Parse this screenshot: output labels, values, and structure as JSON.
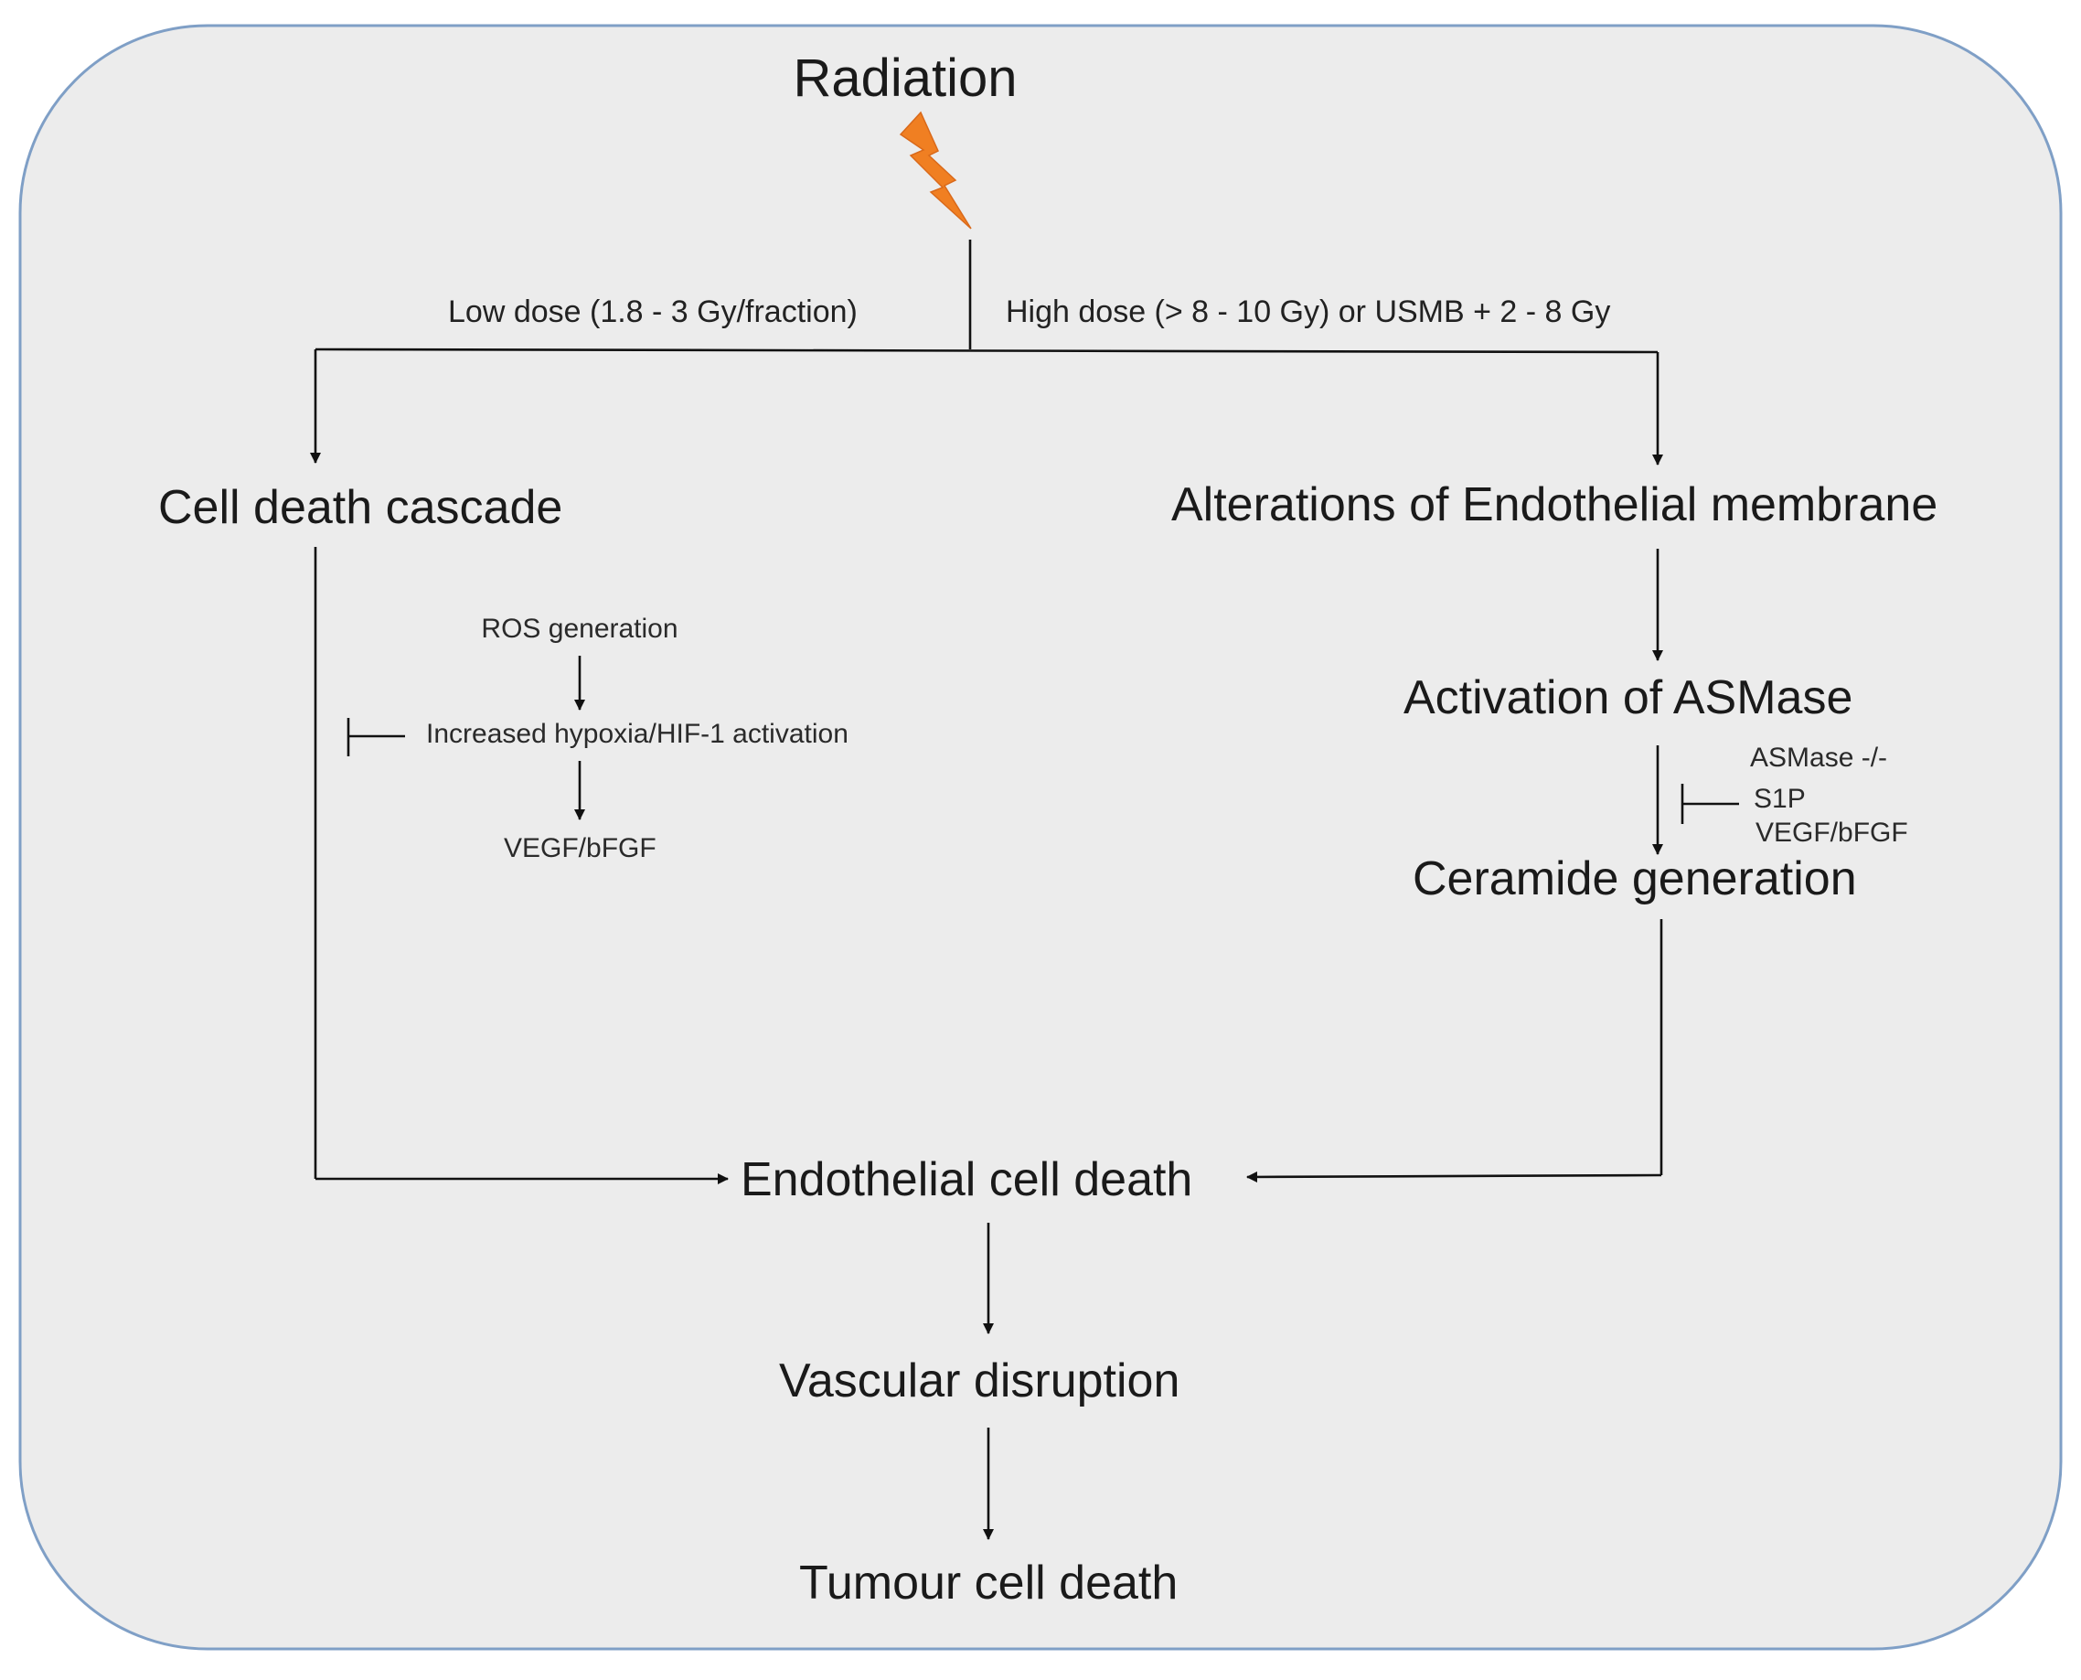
{
  "diagram": {
    "colors": {
      "panel_fill": "#ececec",
      "panel_stroke": "#7f9fc6",
      "bolt": "#f07f22",
      "line": "#111111"
    },
    "nodes": {
      "radiation": "Radiation",
      "low_dose": "Low dose (1.8 - 3 Gy/fraction)",
      "high_dose": "High dose (> 8 - 10 Gy) or USMB + 2 - 8 Gy",
      "cell_death_cascade": "Cell death cascade",
      "alterations": "Alterations of Endothelial membrane",
      "ros": "ROS generation",
      "hypoxia": "Increased hypoxia/HIF-1 activation",
      "vegf_left": "VEGF/bFGF",
      "asmase_activation": "Activation of ASMase",
      "inhibitor_asmase": "ASMase -/-",
      "inhibitor_s1p": "S1P",
      "inhibitor_vegf": "VEGF/bFGF",
      "ceramide": "Ceramide generation",
      "endothelial_death": "Endothelial cell death",
      "vascular": "Vascular disruption",
      "tumour": "Tumour cell death"
    },
    "icons": {
      "radiation": "lightning-bolt-icon"
    }
  }
}
